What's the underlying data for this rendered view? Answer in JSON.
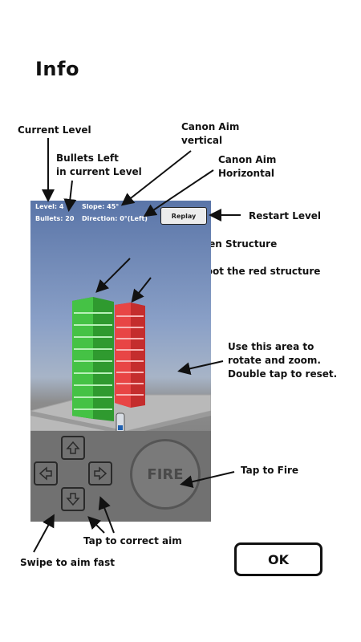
{
  "title": "Info",
  "annotations": {
    "current_level": "Current Level",
    "bullets_left": [
      "Bullets Left",
      "in current Level"
    ],
    "canon_vertical": [
      "Canon Aim",
      "vertical"
    ],
    "canon_horizontal": [
      "Canon Aim",
      "Horizontal"
    ],
    "restart_level": "Restart Level",
    "shoot_green": "Shoot the Green Structure",
    "dont_shoot_red": "Do not shoot the red structure",
    "rotate_zoom": [
      "Use this area to",
      "rotate and zoom.",
      "Double tap to reset."
    ],
    "tap_fire": "Tap to Fire",
    "tap_correct": "Tap to correct aim",
    "swipe_aim": "Swipe to aim fast"
  },
  "hud": {
    "level": "Level: 4",
    "slope": "Slope: 45°",
    "bullets": "Bullets: 20",
    "direction": "Direction: 0°(Left)",
    "replay_label": "Replay"
  },
  "fire_label": "FIRE",
  "ok_label": "OK",
  "colors": {
    "green_structure": "#3fb53f",
    "red_structure": "#e23a3a",
    "sky": "#5a75a8",
    "ground": "#717171"
  }
}
